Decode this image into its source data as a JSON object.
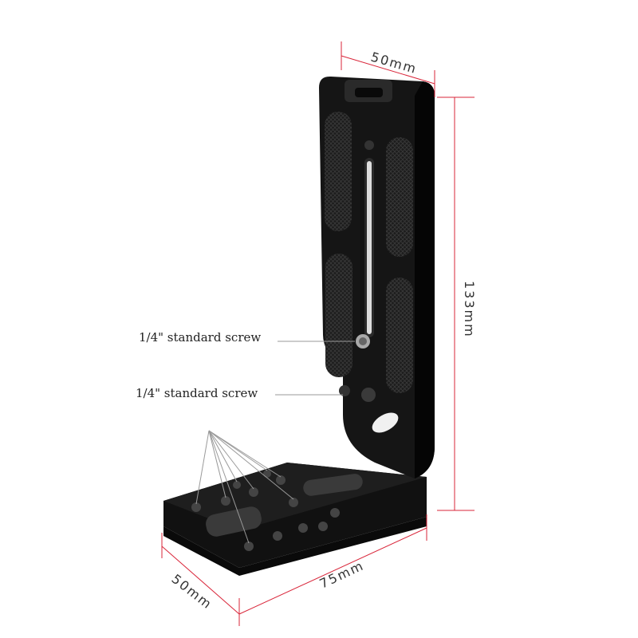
{
  "labels": {
    "screw_upper": "1/4\" standard screw",
    "screw_lower": "1/4\" standard screw"
  },
  "dimensions": {
    "top_width": "50mm",
    "height": "133mm",
    "base_depth": "50mm",
    "base_length": "75mm"
  },
  "colors": {
    "dimension_line": "#d9263a",
    "product": "#151515",
    "leader_line": "#999999"
  }
}
